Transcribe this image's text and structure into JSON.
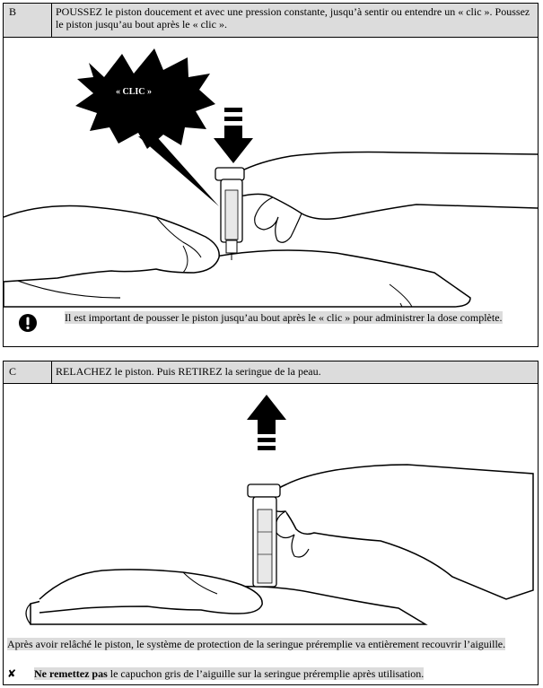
{
  "step_b": {
    "letter": "B",
    "instruction": "POUSSEZ le piston doucement et avec une pression constante, jusqu’à sentir ou entendre un « clic ». Poussez le piston jusqu’au bout après le « clic ».",
    "click_label": "« CLIC »",
    "warning_text": "Il est important de pousser le piston jusqu’au bout après le « clic » pour administrer la dose complète."
  },
  "step_c": {
    "letter": "C",
    "instruction": "RELACHEZ le piston. Puis RETIREZ la seringue de la peau.",
    "note": "Après avoir relâché le piston, le système de protection de la seringue préremplie va entièrement recouvrir l’aiguille.",
    "dont_icon": "✘",
    "dont_bold": "Ne remettez pas",
    "dont_rest": " le capuchon gris de l’aiguille sur la seringue préremplie après utilisation."
  },
  "icons": {
    "warning": "exclamation-circle-icon",
    "dont": "cross-mark-icon",
    "push_arrow": "arrow-down-icon",
    "lift_arrow": "arrow-up-icon"
  }
}
